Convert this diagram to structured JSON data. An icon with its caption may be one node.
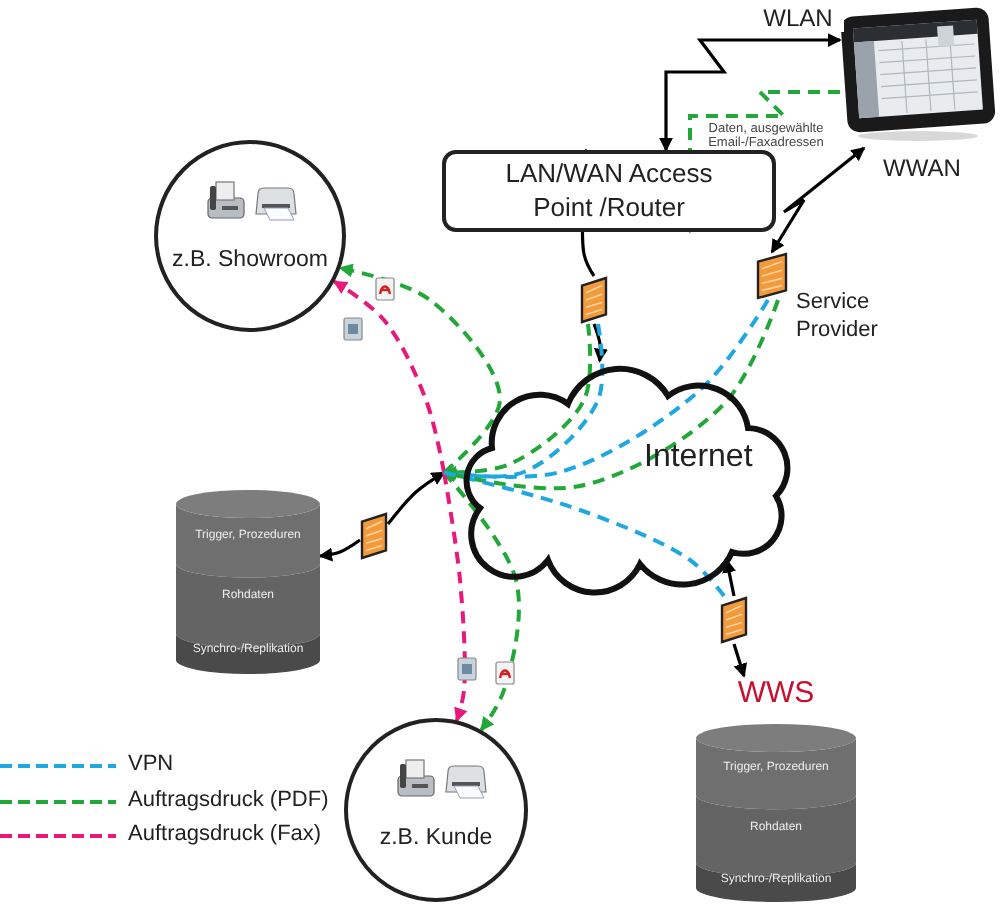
{
  "diagram": {
    "nodes": [
      {
        "text": [],
        "shape": "picture"
      },
      {
        "text": [
          "LAN/WAN Access Point /Router"
        ]
      },
      {
        "text": [
          "z.B. Showroom"
        ]
      },
      {
        "text": [
          "Internet"
        ]
      },
      {
        "text": [
          "Trigger, Prozeduren",
          "Rohdaten",
          "Synchro-/Replikation"
        ]
      },
      {
        "text": [
          "z.B. Kunde"
        ]
      },
      {
        "text": [
          "WWS",
          "Trigger, Prozeduren",
          "Rohdaten",
          "Synchro-/Replikation"
        ]
      },
      {
        "text": [],
        "shape": "box",
        "beside": [
          "Service Provider"
        ]
      },
      {
        "text": [],
        "shape": "box"
      },
      {
        "text": [],
        "shape": "box"
      },
      {
        "text": [],
        "shape": "box"
      }
    ],
    "edges": [
      {
        "from": 1,
        "to": 0,
        "arrow": "both",
        "label": "WLAN"
      },
      {
        "from": 0,
        "to": 1,
        "arrow": "to",
        "label": "Daten, ausgewählte Email-/Faxadressen",
        "style": "dashed",
        "color": "#22a838"
      },
      {
        "from": 7,
        "to": 0,
        "arrow": "both",
        "label": "WWAN"
      },
      {
        "from": 8,
        "to": 1,
        "arrow": "to"
      },
      {
        "from": 8,
        "to": 3,
        "arrow": "to"
      },
      {
        "from": 9,
        "to": 4,
        "arrow": "to"
      },
      {
        "from": 9,
        "to": 3,
        "arrow": "to"
      },
      {
        "from": 10,
        "to": 3,
        "arrow": "to"
      },
      {
        "from": 10,
        "to": 6,
        "arrow": "to"
      },
      {
        "from": 3,
        "to": 2,
        "arrow": "to",
        "style": "dashed",
        "color": "#22a838"
      },
      {
        "from": 3,
        "to": 2,
        "arrow": "to",
        "style": "dashed",
        "color": "#e8197a"
      },
      {
        "from": 3,
        "to": 5,
        "arrow": "to",
        "style": "dashed",
        "color": "#22a838"
      },
      {
        "from": 3,
        "to": 5,
        "arrow": "to",
        "style": "dashed",
        "color": "#e8197a"
      },
      {
        "from": 8,
        "to": 3,
        "arrow": "to",
        "style": "dashed",
        "color": "#22a838"
      },
      {
        "from": 8,
        "to": 3,
        "arrow": "none",
        "style": "dashed",
        "color": "#1ea7e1"
      },
      {
        "from": 7,
        "to": 3,
        "arrow": "none",
        "style": "dashed",
        "color": "#1ea7e1"
      },
      {
        "from": 7,
        "to": 3,
        "arrow": "to",
        "style": "dashed",
        "color": "#22a838"
      },
      {
        "from": 3,
        "to": 10,
        "arrow": "none",
        "style": "dashed",
        "color": "#1ea7e1"
      }
    ],
    "legend": [
      {
        "text": "VPN",
        "color": "#1ea7e1"
      },
      {
        "text": "Auftragsdruck (PDF)",
        "color": "#22a838"
      },
      {
        "text": "Auftragsdruck (Fax)",
        "color": "#e8197a"
      }
    ]
  }
}
